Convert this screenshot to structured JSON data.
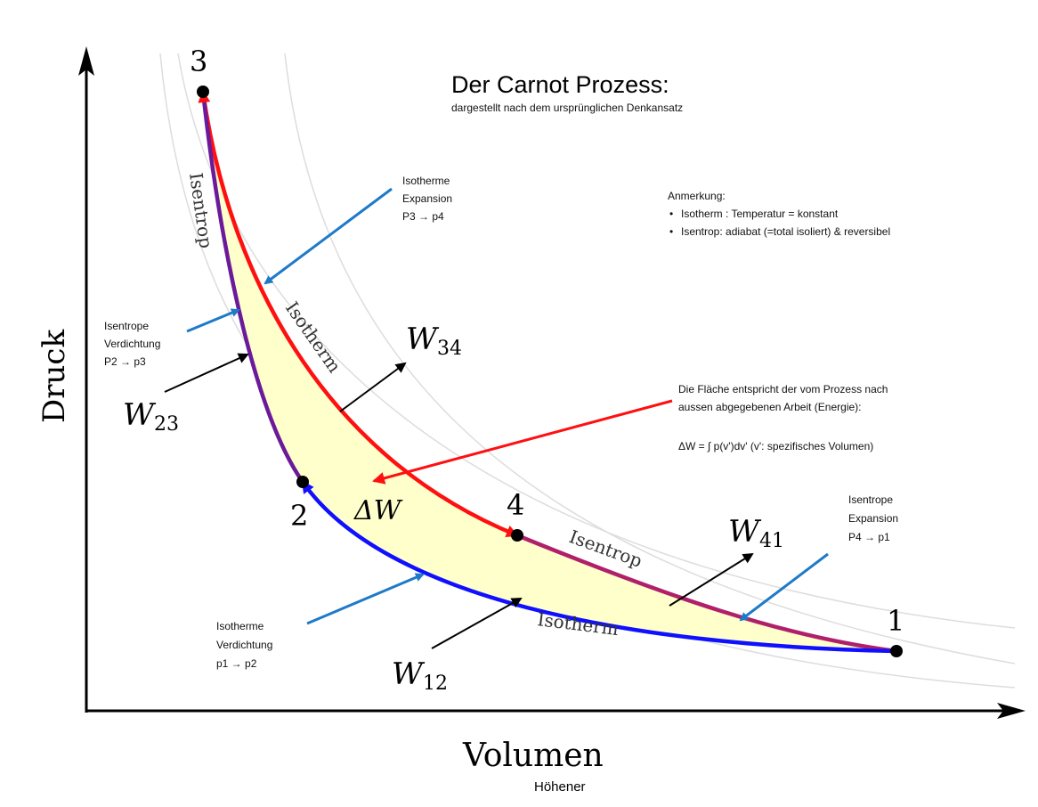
{
  "title": "Der Carnot Prozess:",
  "subtitle": "dargestellt nach dem ursprünglichen Denkansatz",
  "axes": {
    "y_label": "Druck",
    "x_label": "Volumen",
    "author": "Höhener"
  },
  "points": [
    {
      "label": "1"
    },
    {
      "label": "2"
    },
    {
      "label": "3"
    },
    {
      "label": "4"
    }
  ],
  "curve_labels": {
    "isentrop_23": "Isentrop",
    "isotherm_34": "Isotherm",
    "isentrop_41": "Isentrop",
    "isotherm_12": "Isotherm"
  },
  "work_labels": {
    "w34": {
      "main": "W",
      "sub": "34"
    },
    "w23": {
      "main": "W",
      "sub": "23"
    },
    "w41": {
      "main": "W",
      "sub": "41"
    },
    "w12": {
      "main": "W",
      "sub": "12"
    },
    "delta_w": "ΔW"
  },
  "annotations": {
    "isotherme_expansion": [
      "Isotherme",
      "Expansion",
      "P3 → p4"
    ],
    "isentrope_verdichtung": [
      "Isentrope",
      "Verdichtung",
      "P2 → p3"
    ],
    "isentrope_expansion": [
      "Isentrope",
      "Expansion",
      "P4 → p1"
    ],
    "isotherme_verdichtung": [
      "Isotherme",
      "Verdichtung",
      "p1 → p2"
    ],
    "anmerkung": {
      "heading": "Anmerkung:",
      "items": [
        "Isotherm : Temperatur = konstant",
        "Isentrop: adiabat (=total isoliert) & reversibel"
      ]
    },
    "flaeche": [
      "Die Fläche entspricht der vom Prozess nach",
      "aussen  abgegebenen Arbeit (Energie):",
      "ΔW = ∫ p(v')dv'   (v': spezifisches Volumen)"
    ]
  },
  "colors": {
    "isotherm_hot": "#ff1010",
    "isotherm_cold": "#1010ff",
    "isentrop": "#6a1a9a",
    "area": "#ffffcc",
    "callout": "#1e7ac8"
  }
}
